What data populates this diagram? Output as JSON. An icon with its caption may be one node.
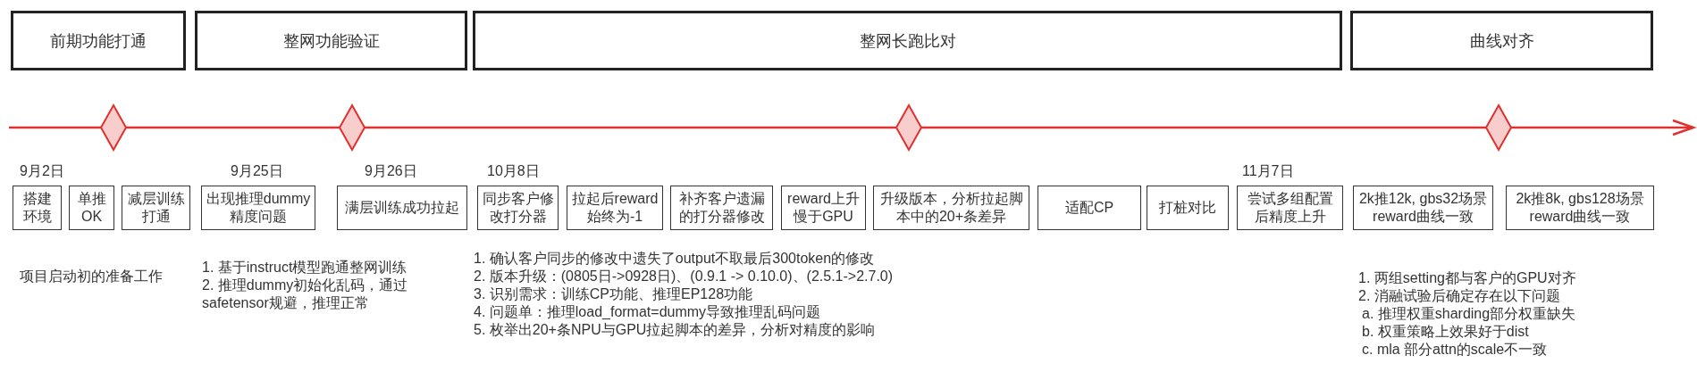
{
  "diagram": {
    "nodes": [
      {
        "text": [
          "前期功能打通"
        ]
      },
      {
        "text": [
          "整网功能验证"
        ]
      },
      {
        "text": [
          "整网长跑比对"
        ]
      },
      {
        "text": [
          "曲线对齐"
        ]
      },
      {
        "text": [
          "搭建环境"
        ]
      },
      {
        "text": [
          "单推OK"
        ]
      },
      {
        "text": [
          "减层训练打通"
        ]
      },
      {
        "text": [
          "出现推理dummy精度问题"
        ]
      },
      {
        "text": [
          "满层训练成功拉起"
        ]
      },
      {
        "text": [
          "同步客户修改打分器"
        ]
      },
      {
        "text": [
          "拉起后reward始终为-1"
        ]
      },
      {
        "text": [
          "补齐客户遗漏的打分器修改"
        ]
      },
      {
        "text": [
          "reward上升慢于GPU"
        ]
      },
      {
        "text": [
          "升级版本，分析拉起脚本中的20+条差异"
        ]
      },
      {
        "text": [
          "适配CP"
        ]
      },
      {
        "text": [
          "打桩对比"
        ]
      },
      {
        "text": [
          "尝试多组配置后精度上升"
        ]
      },
      {
        "text": [
          "2k推12k, gbs32场景 reward曲线一致"
        ]
      },
      {
        "text": [
          "2k推8k, gbs128场景 reward曲线一致"
        ]
      }
    ],
    "labels": [
      "9月2日",
      "9月25日",
      "9月26日",
      "10月8日",
      "11月7日",
      "项目启动初的准备工作",
      "1. 基于instruct模型跑通整网训练",
      "2. 推理dummy初始化乱码，通过safetensor规避，推理正常",
      "1. 确认客户同步的修改中遗失了output不取最后300token的修改",
      "2. 版本升级：(0805日->0928日)、(0.9.1 -> 0.10.0)、(2.5.1->2.7.0)",
      "3. 识别需求：训练CP功能、推理EP128功能",
      "4. 问题单：推理load_format=dummy导致推理乱码问题",
      "5. 枚举出20+条NPU与GPU拉起脚本的差异，分析对精度的影响",
      "1. 两组setting都与客户的GPU对齐",
      "2. 消融试验后确定存在以下问题",
      "a. 推理权重sharding部分权重缺失",
      "b. 权重策略上效果好于dist",
      "c. mla 部分attn的scale不一致"
    ]
  }
}
